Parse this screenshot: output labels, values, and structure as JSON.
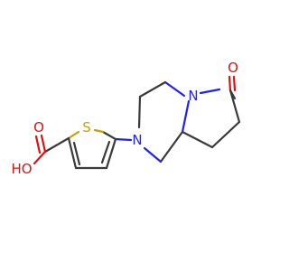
{
  "molecule": {
    "atoms": {
      "carbonyl_oxygen": "O",
      "nitrogen_bridge": "N",
      "nitrogen_piperazine": "N",
      "sulfur": "S",
      "acid_oxygen": "O",
      "hydroxyl": "HO"
    },
    "colors": {
      "bond": "#3a3a3a",
      "oxygen": "#e01010",
      "nitrogen": "#2020ff",
      "sulfur": "#c8a000"
    }
  }
}
